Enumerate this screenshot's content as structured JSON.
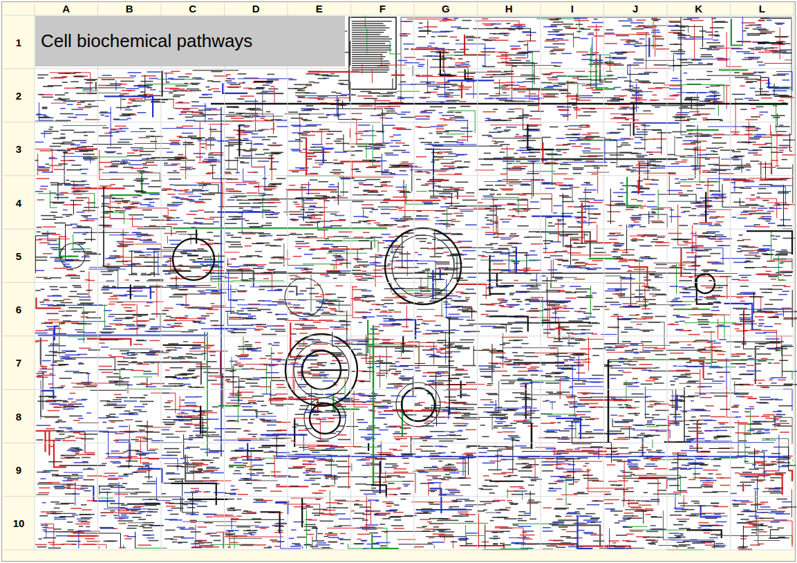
{
  "diagram": {
    "nodes": [
      {
        "text": [
          "Cell biochemical pathways"
        ]
      }
    ],
    "labels": [
      "A",
      "B",
      "C",
      "D",
      "E",
      "F",
      "G",
      "H",
      "I",
      "J",
      "K",
      "L",
      "1",
      "2",
      "3",
      "4",
      "5",
      "6",
      "7",
      "8",
      "9",
      "10"
    ]
  }
}
